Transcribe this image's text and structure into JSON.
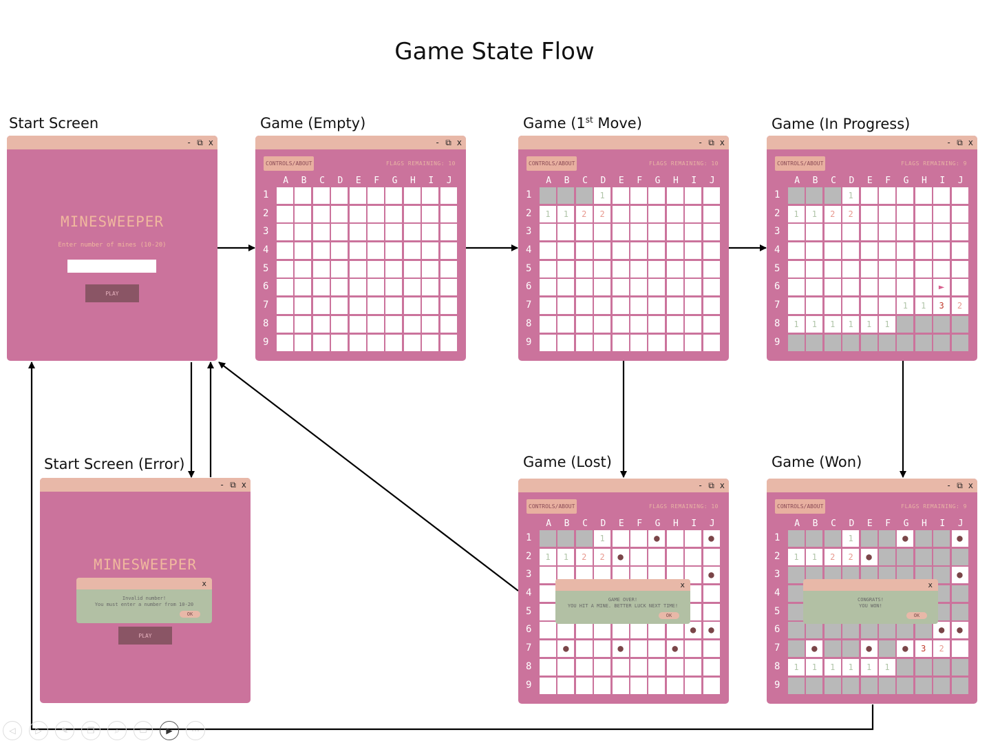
{
  "title": "Game State Flow",
  "captions": {
    "start": "Start Screen",
    "empty": "Game (Empty)",
    "first_pre": "Game (1",
    "first_sup": "st",
    "first_post": " Move)",
    "progress": "Game (In Progress)",
    "error": "Start Screen (Error)",
    "lost": "Game (Lost)",
    "won": "Game (Won)"
  },
  "window_controls": {
    "minimize": "-",
    "restore": "⧉",
    "close": "x"
  },
  "start_screen": {
    "title": "MINESWEEPER",
    "prompt": "Enter number of mines (10-20)",
    "input_value": "",
    "play_label": "PLAY"
  },
  "error_screen": {
    "title": "MINESWEEPER",
    "dialog_line1": "Invalid number!",
    "dialog_line2": "You must enter a number from 10-20",
    "ok_label": "OK",
    "play_label": "PLAY"
  },
  "columns": [
    "A",
    "B",
    "C",
    "D",
    "E",
    "F",
    "G",
    "H",
    "I",
    "J"
  ],
  "rows": [
    "1",
    "2",
    "3",
    "4",
    "5",
    "6",
    "7",
    "8",
    "9"
  ],
  "controls_label": "CONTROLS/ABOUT",
  "boards": {
    "empty": {
      "flags": "FLAGS REMAINING: 10",
      "cells": [
        "..........",
        "..........",
        "..........",
        "..........",
        "..........",
        "..........",
        "..........",
        "..........",
        ".........."
      ]
    },
    "first": {
      "flags": "FLAGS REMAINING: 10",
      "cells": [
        "ggg1......",
        "1122......",
        "..........",
        "..........",
        "..........",
        "..........",
        "..........",
        "..........",
        ".........."
      ]
    },
    "progress": {
      "flags": "FLAGS REMAINING: 9",
      "cells": [
        "ggg1......",
        "1122......",
        "..........",
        "..........",
        "..........",
        "........F.",
        "......1132",
        "111111gggg",
        "gggggggggg"
      ]
    },
    "lost": {
      "flags": "FLAGS REMAINING: 10",
      "cells": [
        "ggg1..M..M",
        "1122M.....",
        ".........M",
        "..........",
        "..........",
        "........MM",
        ".M..M..M..",
        "..........",
        ".........."
      ],
      "dialog_line1": "GAME OVER!",
      "dialog_line2": "YOU HIT A MINE. BETTER LUCK NEXT TIME!",
      "ok_label": "OK"
    },
    "won": {
      "flags": "FLAGS REMAINING: 9",
      "cells": [
        "ggg1ggMggM",
        "1122Mggggg",
        "gggggggggM",
        "gggggggggg",
        "gggggggggg",
        "ggggggggMM",
        "gMggMgM32.",
        "111111gggg",
        "gggggggggg"
      ],
      "dialog_line1": "CONGRATS!",
      "dialog_line2": "YOU WON!",
      "ok_label": "OK"
    }
  },
  "icons": {
    "flag": "flag-icon",
    "mine": "mine-icon",
    "taskbar": [
      "back-icon",
      "forward-icon",
      "pen-icon",
      "copy-icon",
      "zoom-icon",
      "screen-icon",
      "video-icon",
      "more-icon"
    ]
  },
  "colors": {
    "window_bg": "#cb739c",
    "title_bar": "#e8b8a8",
    "dialog_bg": "#b2c0a4",
    "cell_revealed": "#b9b9b9",
    "cell_hidden": "#ffffff",
    "mine": "#7a4548",
    "flag": "#d9608f"
  }
}
